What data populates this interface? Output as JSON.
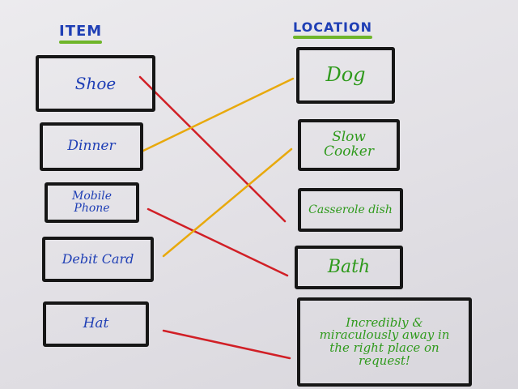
{
  "headings": {
    "item": "ITEM",
    "location": "LOCATION"
  },
  "items": [
    {
      "label": "Shoe"
    },
    {
      "label": "Dinner"
    },
    {
      "label": "Mobile Phone"
    },
    {
      "label": "Debit Card"
    },
    {
      "label": "Hat"
    }
  ],
  "locations": [
    {
      "label": "Dog"
    },
    {
      "label": "Slow Cooker"
    },
    {
      "label": "Casserole dish"
    },
    {
      "label": "Bath"
    },
    {
      "label": "Incredibly & miraculously away in the right place on request!"
    }
  ],
  "connections": [
    {
      "from": "Shoe",
      "to": "Casserole dish",
      "color": "#d11f26"
    },
    {
      "from": "Dinner",
      "to": "Dog",
      "color": "#e8a90c"
    },
    {
      "from": "Mobile Phone",
      "to": "Bath",
      "color": "#d11f26"
    },
    {
      "from": "Debit Card",
      "to": "Slow Cooker",
      "color": "#e8a90c"
    },
    {
      "from": "Hat",
      "to": "Incredibly & miraculously away in the right place on request!",
      "color": "#d11f26"
    }
  ],
  "colors": {
    "item_text": "#1f3fb5",
    "location_text": "#2f9a1c",
    "underline": "#6fb52a",
    "box_border": "#161616",
    "red_line": "#d11f26",
    "yellow_line": "#e8a90c"
  }
}
